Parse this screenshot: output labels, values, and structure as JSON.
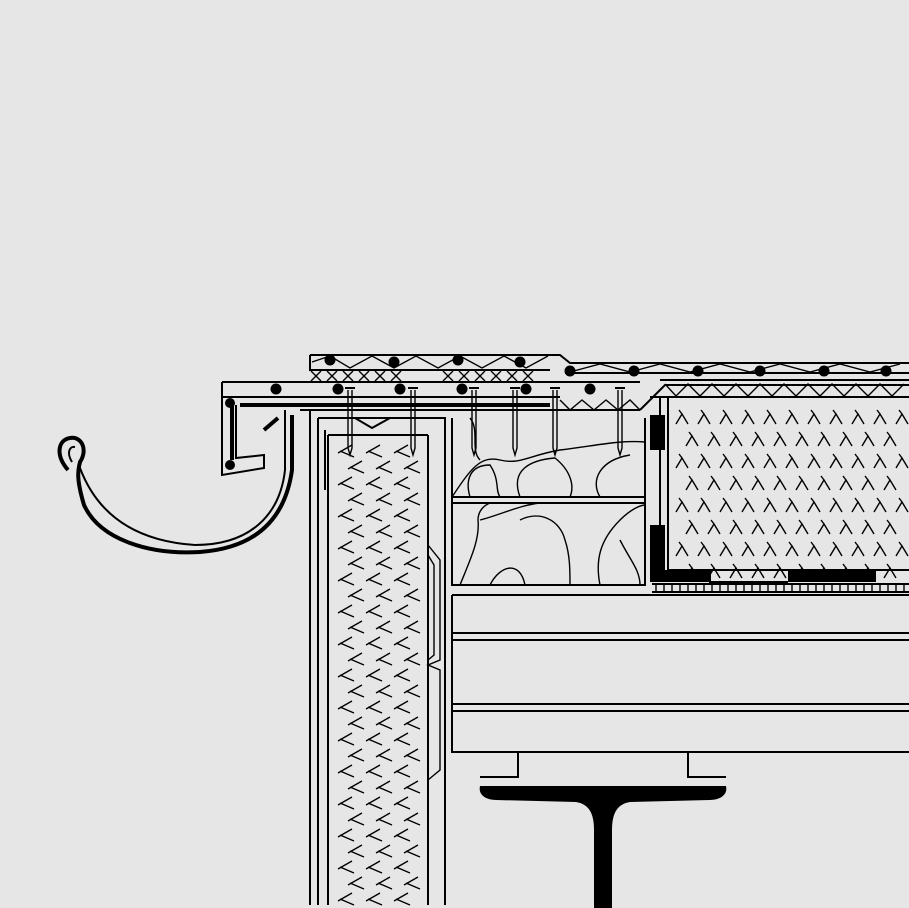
{
  "drawing": {
    "subject": "",
    "background": "#e6e6e6",
    "line_color": "#000000",
    "components": [
      {
        "id": "roof-membrane",
        "icon": "membrane-with-dot-ballast"
      },
      {
        "id": "cross-hatch-layer",
        "icon": "x-hatch"
      },
      {
        "id": "rigid-insulation",
        "icon": "lambda-hatch"
      },
      {
        "id": "wood-fibre-insulation",
        "icon": "zigzag-hatch"
      },
      {
        "id": "timber-blocking",
        "icon": "wood-grain"
      },
      {
        "id": "deck-panel",
        "icon": "layered-board"
      },
      {
        "id": "steel-beam",
        "icon": "i-section"
      },
      {
        "id": "eaves-gutter",
        "icon": "half-round-gutter"
      },
      {
        "id": "fixing-screws",
        "icon": "screw"
      }
    ]
  }
}
